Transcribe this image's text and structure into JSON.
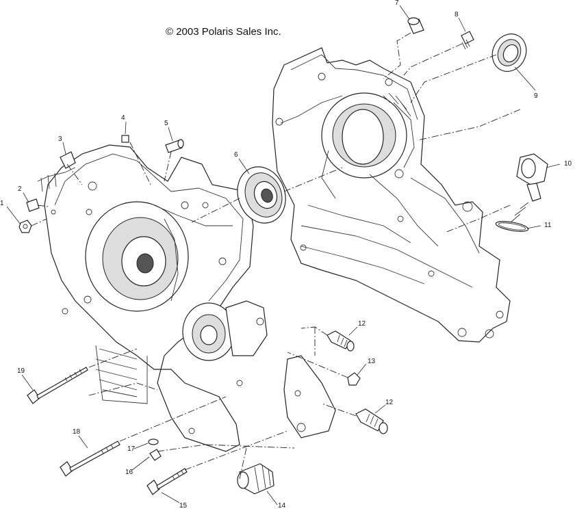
{
  "copyright": "© 2003 Polaris Sales Inc.",
  "callouts": {
    "c1": "1",
    "c2": "2",
    "c3": "3",
    "c4": "4",
    "c5": "5",
    "c6": "6",
    "c7": "7",
    "c8": "8",
    "c9": "9",
    "c10": "10",
    "c11": "11",
    "c12a": "12",
    "c12b": "12",
    "c13": "13",
    "c14": "14",
    "c15": "15",
    "c16": "16",
    "c17": "17",
    "c18": "18",
    "c19": "19"
  }
}
